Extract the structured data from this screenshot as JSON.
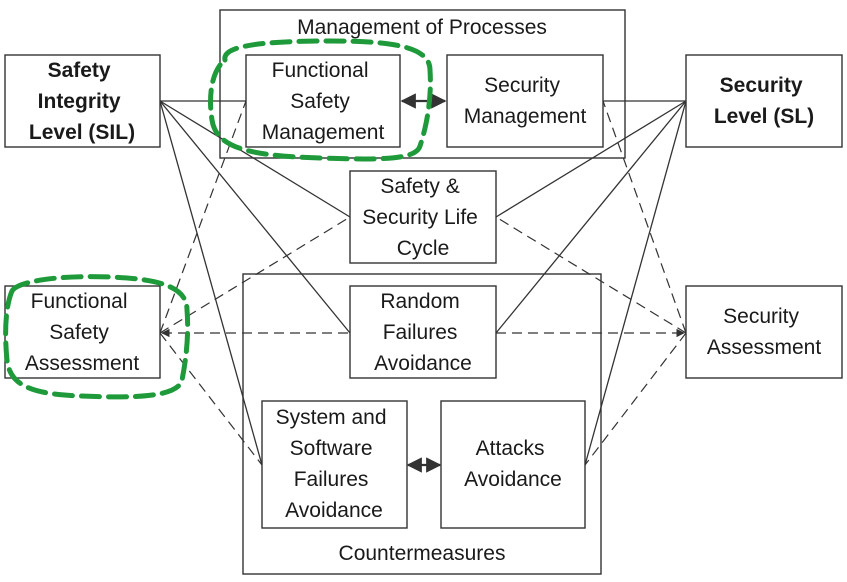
{
  "diagram": {
    "groups": {
      "processes": {
        "title": "Management of Processes"
      },
      "countermeasures": {
        "title": "Countermeasures"
      }
    },
    "nodes": {
      "sil": {
        "lines": [
          "Safety",
          "Integrity",
          "Level (SIL)"
        ]
      },
      "fsm": {
        "lines": [
          "Functional",
          "Safety",
          "Management"
        ]
      },
      "secm": {
        "lines": [
          "Security",
          "Management"
        ]
      },
      "sl": {
        "lines": [
          "Security",
          "Level (SL)"
        ]
      },
      "lifecycle": {
        "lines": [
          "Safety &",
          "Security Life",
          "Cycle"
        ]
      },
      "fsa": {
        "lines": [
          "Functional",
          "Safety",
          "Assessment"
        ]
      },
      "rfa": {
        "lines": [
          "Random",
          "Failures",
          "Avoidance"
        ]
      },
      "seca": {
        "lines": [
          "Security",
          "Assessment"
        ]
      },
      "ssfa": {
        "lines": [
          "System and",
          "Software",
          "Failures",
          "Avoidance"
        ]
      },
      "aa": {
        "lines": [
          "Attacks",
          "Avoidance"
        ]
      }
    },
    "highlight_color": "#1f9a3a",
    "line_color": "#333333"
  }
}
